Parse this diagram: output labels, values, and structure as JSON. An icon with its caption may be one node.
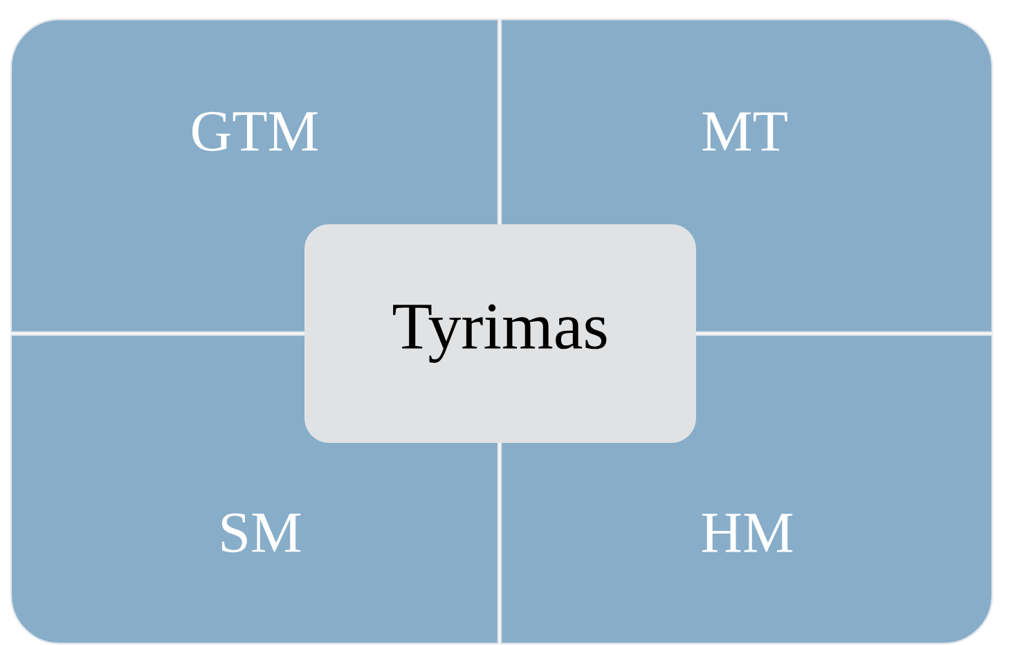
{
  "diagram": {
    "nodes": [
      {
        "text": [
          "GTM"
        ]
      },
      {
        "text": [
          "MT"
        ]
      },
      {
        "text": [
          "Tyrimas"
        ]
      },
      {
        "text": [
          "SM"
        ]
      },
      {
        "text": [
          "HM"
        ]
      }
    ]
  }
}
